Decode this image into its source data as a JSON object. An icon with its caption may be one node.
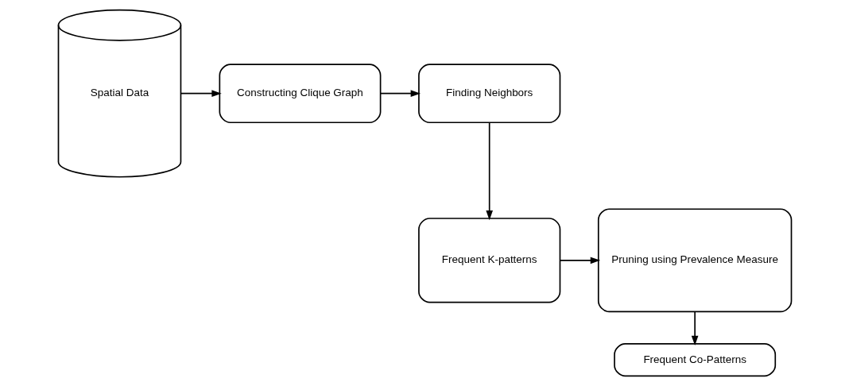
{
  "diagram": {
    "nodes": [
      {
        "text": [
          "Spatial Data"
        ]
      },
      {
        "text": [
          "Constructing Clique Graph"
        ]
      },
      {
        "text": [
          "Finding Neighbors"
        ]
      },
      {
        "text": [
          "Frequent K-patterns"
        ]
      },
      {
        "text": [
          "Pruning using Prevalence Measure"
        ]
      },
      {
        "text": [
          "Frequent Co-Patterns"
        ]
      }
    ],
    "edges": [
      {
        "from": 0,
        "to": 1,
        "arrow": "to"
      },
      {
        "from": 1,
        "to": 2,
        "arrow": "to"
      },
      {
        "from": 2,
        "to": 3,
        "arrow": "to"
      },
      {
        "from": 3,
        "to": 4,
        "arrow": "to"
      },
      {
        "from": 4,
        "to": 5,
        "arrow": "to"
      }
    ]
  }
}
